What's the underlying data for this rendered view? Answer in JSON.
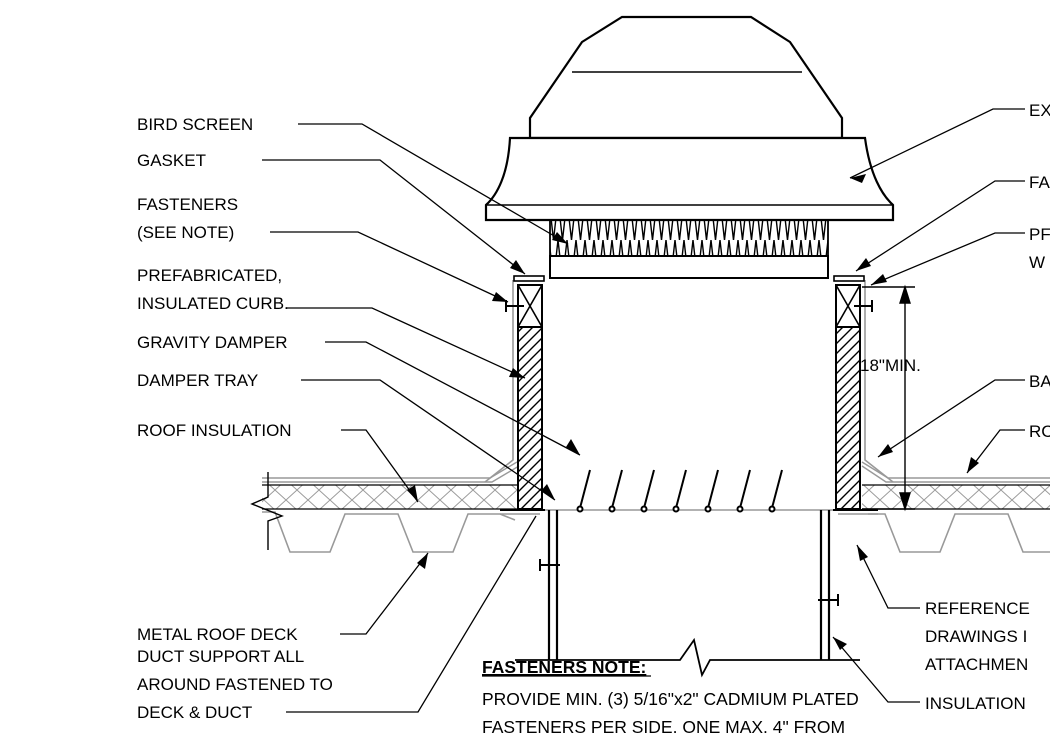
{
  "left_labels": {
    "bird_screen": "BIRD SCREEN",
    "gasket": "GASKET",
    "fasteners_1": "FASTENERS",
    "fasteners_2": "(SEE NOTE)",
    "curb_1": "PREFABRICATED,",
    "curb_2": "INSULATED CURB.",
    "gravity_damper": "GRAVITY DAMPER",
    "damper_tray": "DAMPER TRAY",
    "roof_insulation": "ROOF INSULATION",
    "metal_roof_deck": "METAL ROOF DECK",
    "duct_support_1": "DUCT SUPPORT ALL",
    "duct_support_2": "AROUND FASTENED TO",
    "duct_support_3": "DECK & DUCT"
  },
  "right_labels": {
    "r1": "EX",
    "r2": "FA",
    "r3a": "PF",
    "r3b": "W",
    "r4": "BA",
    "r5": "RC",
    "r6a": "REFERENCE",
    "r6b": "DRAWINGS I",
    "r6c": "ATTACHMEN",
    "r7": "INSULATION"
  },
  "dimension": {
    "min_height": "18\"MIN."
  },
  "note": {
    "title": "FASTENERS NOTE:",
    "line1": "PROVIDE MIN. (3) 5/16\"x2\" CADMIUM PLATED",
    "line2": "FASTENERS PER SIDE. ONE MAX. 4\" FROM"
  }
}
